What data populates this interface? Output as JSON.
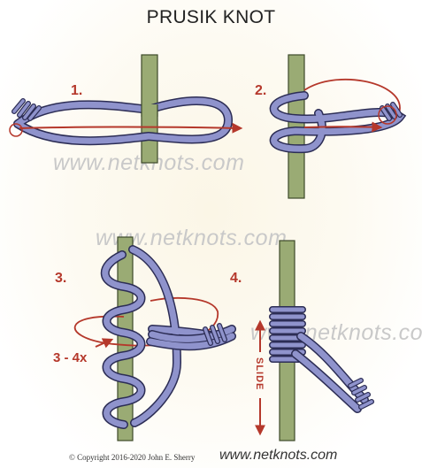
{
  "title": "PRUSIK KNOT",
  "watermark": "www.netknots.com",
  "steps": [
    {
      "label": "1."
    },
    {
      "label": "2."
    },
    {
      "label": "3.",
      "note": "3 - 4x"
    },
    {
      "label": "4.",
      "note": "SLIDE"
    }
  ],
  "footer": {
    "copyright": "© Copyright  2016-2020  John E. Sherry",
    "website": "www.netknots.com"
  },
  "colors": {
    "rope": "#8f93cc",
    "rope_outline": "#2c2d55",
    "pole": "#9aab74",
    "pole_outline": "#3d4a2a",
    "arrow": "#b5382b",
    "watermark": "#c9c9c9"
  }
}
